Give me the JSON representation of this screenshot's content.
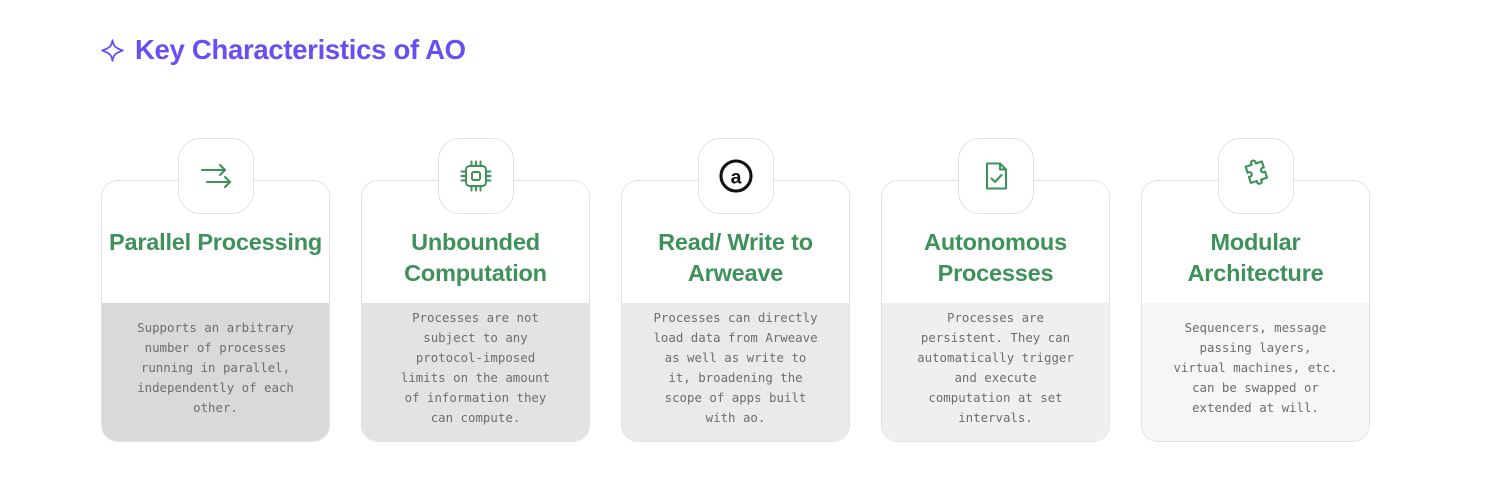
{
  "header": {
    "icon": "sparkle-icon",
    "title": "Key Characteristics of AO",
    "color": "#6b4df6"
  },
  "theme": {
    "accent_green": "#3e9259",
    "accent_purple": "#6b4df6",
    "card_border": "#e2e2e2",
    "body_text": "#6e6e6e",
    "card_top_bg": "#ffffff"
  },
  "cards": [
    {
      "icon": "parallel-arrows-icon",
      "title": "Parallel\nProcessing",
      "body": "Supports an arbitrary\nnumber of processes\nrunning in parallel,\nindependently of each\nother.",
      "body_bg": "#d9d9d9"
    },
    {
      "icon": "cpu-chip-icon",
      "title": "Unbounded\nComputation",
      "body": "Processes are not\nsubject to any\nprotocol-imposed\nlimits on the amount\nof information they\ncan compute.",
      "body_bg": "#e3e3e3"
    },
    {
      "icon": "arweave-logo-icon",
      "title": "Read/ Write\nto Arweave",
      "body": "Processes can directly\nload data from Arweave\nas well as write to\nit, broadening the\nscope of apps built\nwith ao.",
      "body_bg": "#eaeaea"
    },
    {
      "icon": "file-check-icon",
      "title": "Autonomous\nProcesses",
      "body": "Processes are\npersistent. They can\nautomatically trigger\nand execute\ncomputation at set\nintervals.",
      "body_bg": "#efefef"
    },
    {
      "icon": "puzzle-piece-icon",
      "title": "Modular\nArchitecture",
      "body": "Sequencers, message\npassing layers,\nvirtual machines, etc.\ncan be swapped or\nextended at will.",
      "body_bg": "#f6f6f6"
    }
  ]
}
